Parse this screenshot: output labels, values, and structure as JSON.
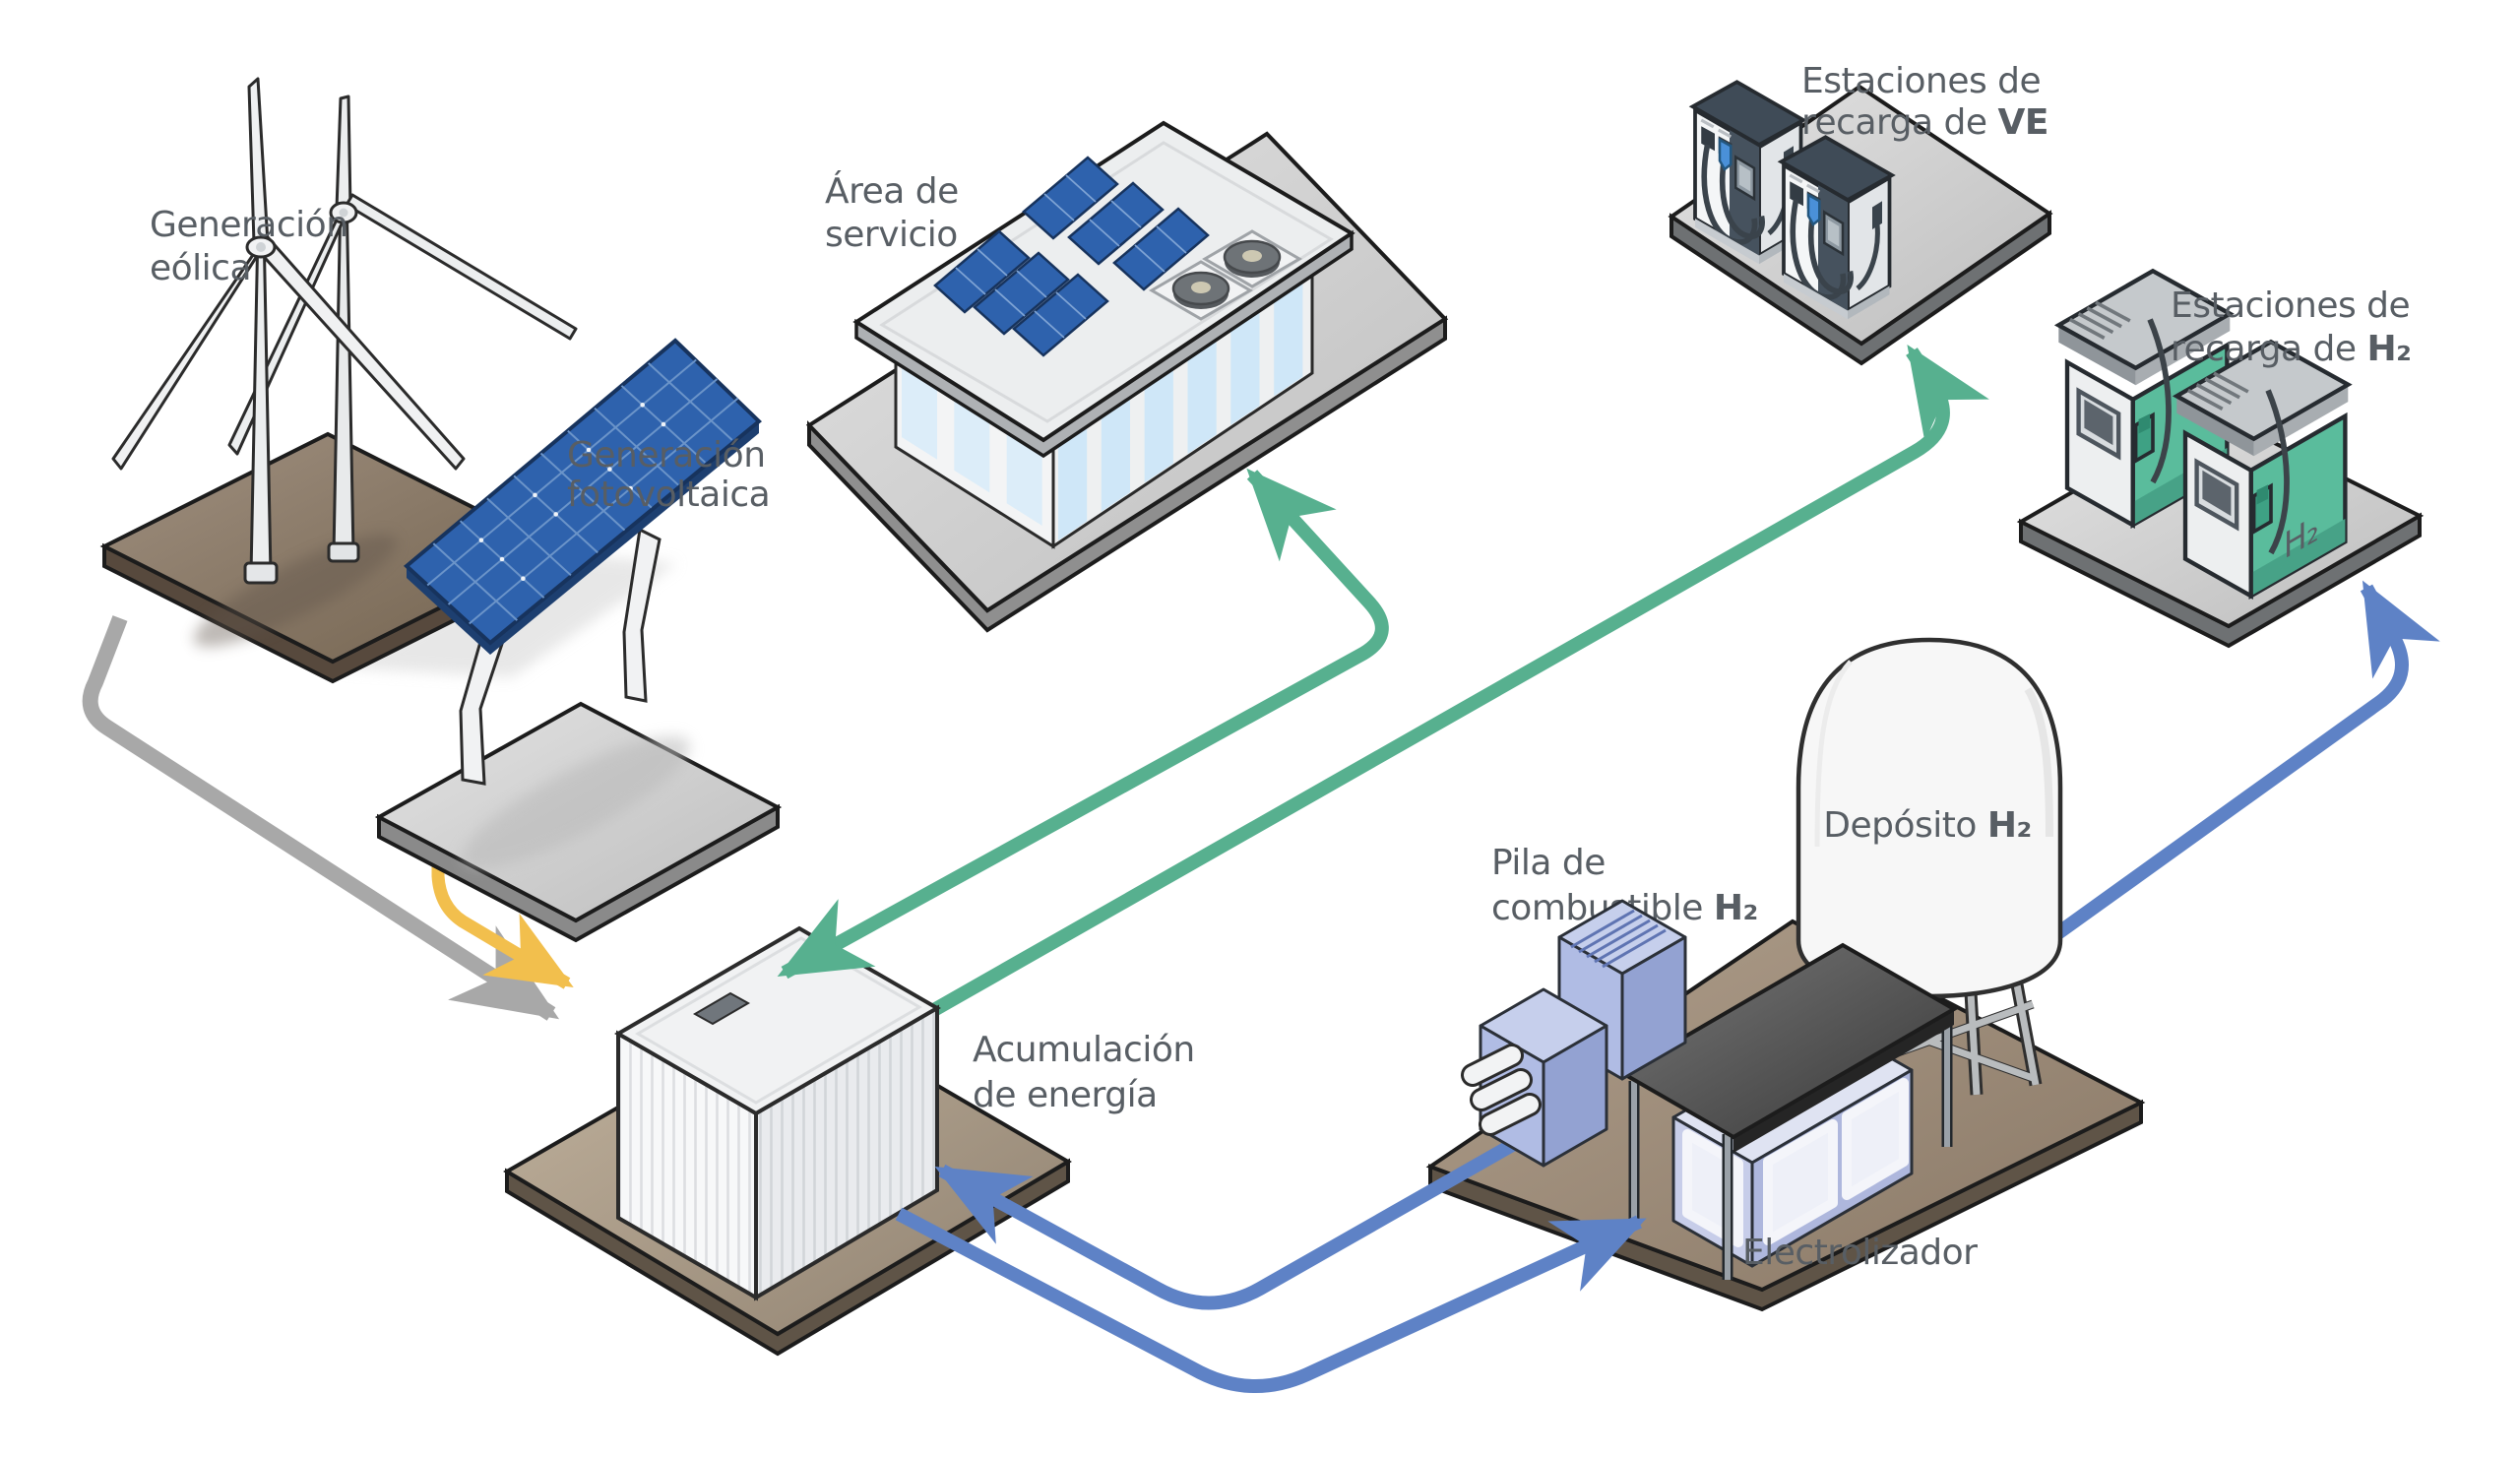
{
  "diagram": {
    "language": "es",
    "subject": "renewable-energy-and-hydrogen-microgrid"
  },
  "labels": {
    "wind": {
      "line1": "Generación",
      "line2": "eólica"
    },
    "pv": {
      "line1": "Generación",
      "line2": "fotovoltaica"
    },
    "service_area": {
      "line1": "Área de",
      "line2": "servicio"
    },
    "ev_station": {
      "line1": "Estaciones de",
      "line2_pre": "recarga de ",
      "line2_em": "VE"
    },
    "h2_station": {
      "line1": "Estaciones de",
      "line2_pre": "recarga de ",
      "line2_em": "H₂"
    },
    "h2_tank": {
      "pre": "Depósito ",
      "em": "H₂"
    },
    "fuel_cell": {
      "line1": "Pila de",
      "line2_pre": "combustible ",
      "line2_em": "H₂"
    },
    "electrolyzer": {
      "text": "Electrolizador"
    },
    "storage": {
      "line1": "Acumulación",
      "line2": "de energía"
    },
    "h2_dispenser_side": "H₂"
  },
  "flows": [
    {
      "from": "generacion-eolica",
      "to": "acumulacion-de-energia",
      "color": "gray"
    },
    {
      "from": "generacion-fotovoltaica",
      "to": "acumulacion-de-energia",
      "color": "yellow"
    },
    {
      "from": "acumulacion-de-energia",
      "to": "area-de-servicio",
      "color": "green",
      "bidirectional": true
    },
    {
      "from": "acumulacion-de-energia",
      "to": "estaciones-recarga-ve",
      "color": "green"
    },
    {
      "from": "pila-de-combustible-h2",
      "to": "acumulacion-de-energia",
      "color": "blue"
    },
    {
      "from": "acumulacion-de-energia",
      "to": "electrolizador",
      "color": "blue"
    },
    {
      "from": "deposito-h2",
      "to": "estaciones-recarga-h2",
      "color": "blue"
    }
  ],
  "colors": {
    "arrow_green": "#57b08f",
    "arrow_blue": "#5e82c6",
    "arrow_yellow": "#f2bf4d",
    "arrow_gray": "#a8a8a8",
    "label_text": "#585e64",
    "solar_panel_blue": "#2e62ad",
    "h2_teal": "#5abc9c",
    "fuel_cell_blue": "#aab6e0",
    "ground_brown": "#95836f",
    "platform_gray": "#d2d2d2",
    "tank_white": "#f6f6f6"
  }
}
